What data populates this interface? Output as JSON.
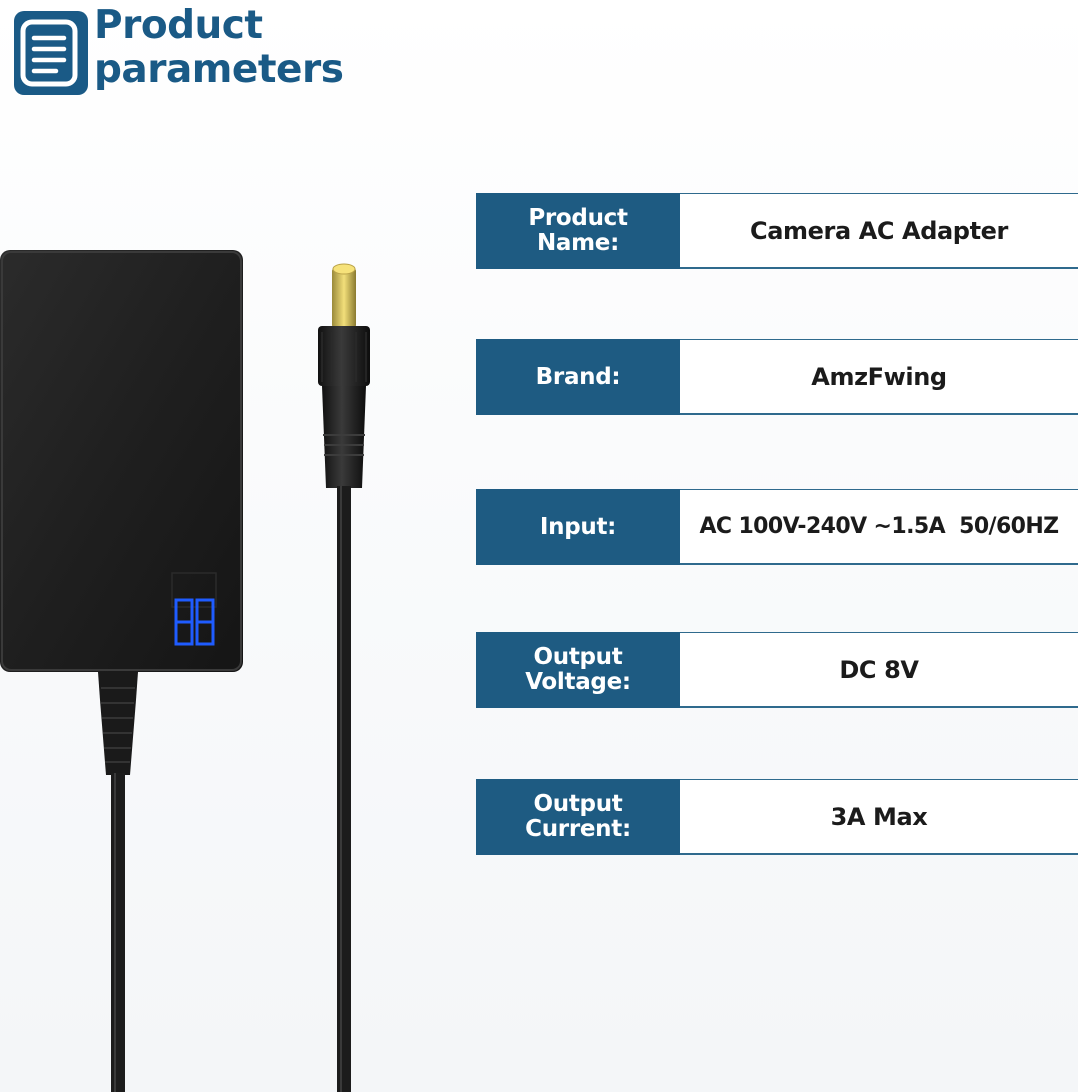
{
  "header": {
    "title_line1": "Product",
    "title_line2": "parameters",
    "icon": "document-list-icon"
  },
  "product_image": {
    "icon": "ac-adapter-image"
  },
  "specs": [
    {
      "label": "Product\nName:",
      "value": "Camera AC Adapter"
    },
    {
      "label": "Brand:",
      "value": "AmzFwing"
    },
    {
      "label": "Input:",
      "value": "AC 100V-240V ~1.5A  50/60HZ"
    },
    {
      "label": "Output\nVoltage:",
      "value": "DC 8V"
    },
    {
      "label": "Output\nCurrent:",
      "value": "3A Max"
    }
  ],
  "colors": {
    "accent": "#1e5b82",
    "title": "#1a5a86",
    "display_led": "#1f5cff"
  }
}
